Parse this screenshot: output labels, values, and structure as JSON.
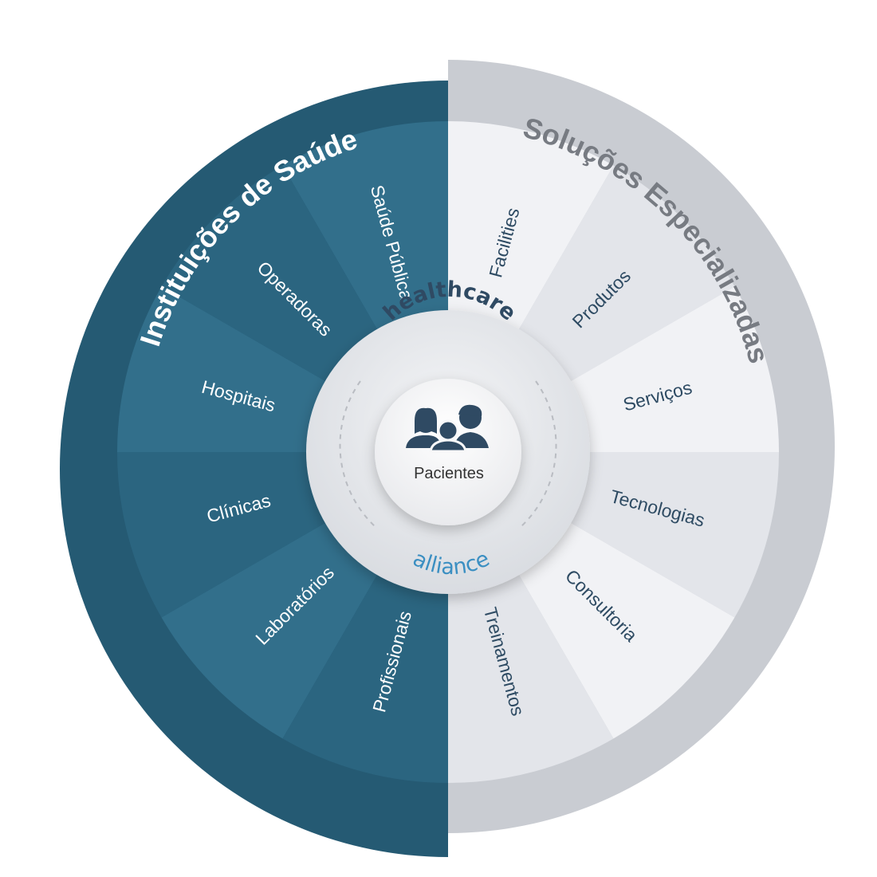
{
  "diagram": {
    "left_ring": {
      "title": "Instituições de Saúde",
      "segments": [
        {
          "label": "Saúde Pública"
        },
        {
          "label": "Operadoras"
        },
        {
          "label": "Hospitais"
        },
        {
          "label": "Clínicas"
        },
        {
          "label": "Laboratórios"
        },
        {
          "label": "Profissionais"
        }
      ]
    },
    "right_ring": {
      "title": "Soluções Especializadas",
      "segments": [
        {
          "label": "Facilities"
        },
        {
          "label": "Produtos"
        },
        {
          "label": "Serviços"
        },
        {
          "label": "Tecnologias"
        },
        {
          "label": "Consultoria"
        },
        {
          "label": "Treinamentos"
        }
      ]
    },
    "hub": {
      "top_word": "healthcare",
      "bottom_word": "alliance",
      "center_label": "Pacientes",
      "center_icon": "people-group-icon"
    }
  },
  "colors": {
    "left_outer": "#255a73",
    "left_segment_a": "#2b6580",
    "left_segment_b": "#326f8b",
    "left_text": "#ffffff",
    "right_outer": "#c9ccd2",
    "right_segment_a": "#e3e5ea",
    "right_segment_b": "#f1f2f5",
    "right_title": "#777b82",
    "right_text": "#2e4b63",
    "hub_ring": "#e6e8ec",
    "hub_center": "#f7f7f8",
    "healthcare": "#2f4a63",
    "alliance": "#3b8fc2",
    "center_icon": "#2f4a63",
    "center_text": "#333333"
  }
}
